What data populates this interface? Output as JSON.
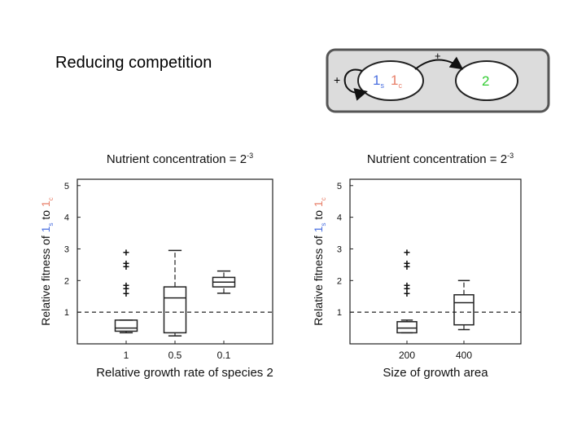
{
  "slide": {
    "title": "Reducing competition"
  },
  "diagram": {
    "self_loop_sign": "+",
    "arrow_sign": "+",
    "node1": {
      "main": "1",
      "sub_s": "s",
      "sub_c": "c"
    },
    "node2": {
      "label": "2"
    },
    "colors": {
      "s": "#4a6fe0",
      "c": "#e8806a",
      "node2": "#33cc33"
    }
  },
  "chart_data": [
    {
      "type": "box",
      "title_prefix": "Nutrient concentration = 2",
      "title_exp": "-3",
      "ylabel": {
        "p1": "Relative fitness of ",
        "one_a": "1",
        "sub_a": "s",
        "p2": " to ",
        "one_b": "1",
        "sub_b": "c"
      },
      "xlabel": "Relative growth rate of species 2",
      "categories": [
        "1",
        "0.5",
        "0.1"
      ],
      "ylim": [
        0,
        5.2
      ],
      "xlim": [
        0,
        4
      ],
      "yticks": [
        1,
        2,
        3,
        4,
        5
      ],
      "reference_line": 1,
      "boxes": [
        {
          "whisker_low": 0.35,
          "q1": 0.4,
          "median": 0.5,
          "q3": 0.75,
          "whisker_high": 0.75,
          "outliers": [
            1.6,
            1.75,
            1.85,
            2.45,
            2.55,
            2.9
          ]
        },
        {
          "whisker_low": 0.25,
          "q1": 0.35,
          "median": 1.45,
          "q3": 1.8,
          "whisker_high": 2.95,
          "outliers": []
        },
        {
          "whisker_low": 1.6,
          "q1": 1.8,
          "median": 1.95,
          "q3": 2.1,
          "whisker_high": 2.3,
          "outliers": []
        }
      ]
    },
    {
      "type": "box",
      "title_prefix": "Nutrient concentration = 2",
      "title_exp": "-3",
      "ylabel": {
        "p1": "Relative fitness of ",
        "one_a": "1",
        "sub_a": "s",
        "p2": " to ",
        "one_b": "1",
        "sub_b": "c"
      },
      "xlabel": "Size of growth area",
      "categories": [
        "200",
        "400"
      ],
      "ylim": [
        0,
        5.2
      ],
      "xlim": [
        0,
        3
      ],
      "yticks": [
        1,
        2,
        3,
        4,
        5
      ],
      "reference_line": 1,
      "boxes": [
        {
          "whisker_low": 0.35,
          "q1": 0.35,
          "median": 0.5,
          "q3": 0.7,
          "whisker_high": 0.75,
          "outliers": [
            1.6,
            1.75,
            1.85,
            2.45,
            2.55,
            2.9
          ]
        },
        {
          "whisker_low": 0.45,
          "q1": 0.6,
          "median": 1.3,
          "q3": 1.55,
          "whisker_high": 2.0,
          "outliers": []
        }
      ]
    }
  ]
}
